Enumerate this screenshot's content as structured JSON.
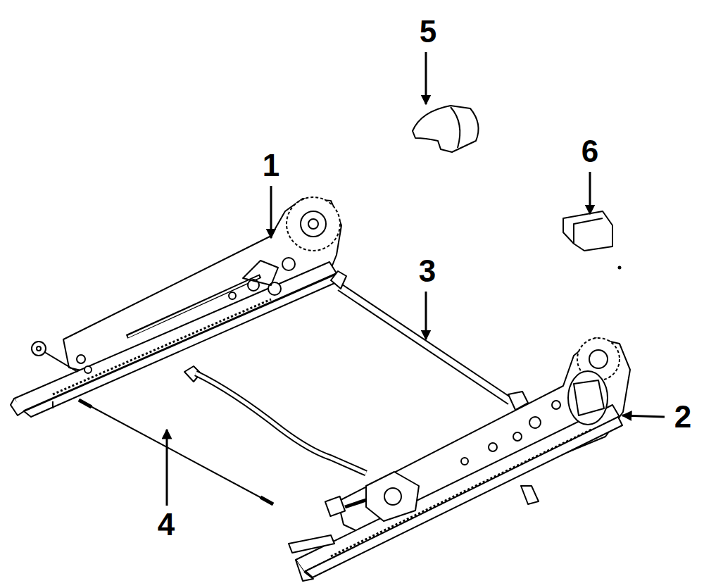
{
  "diagram": {
    "labels": [
      "5",
      "6",
      "1",
      "3",
      "2",
      "4"
    ]
  }
}
